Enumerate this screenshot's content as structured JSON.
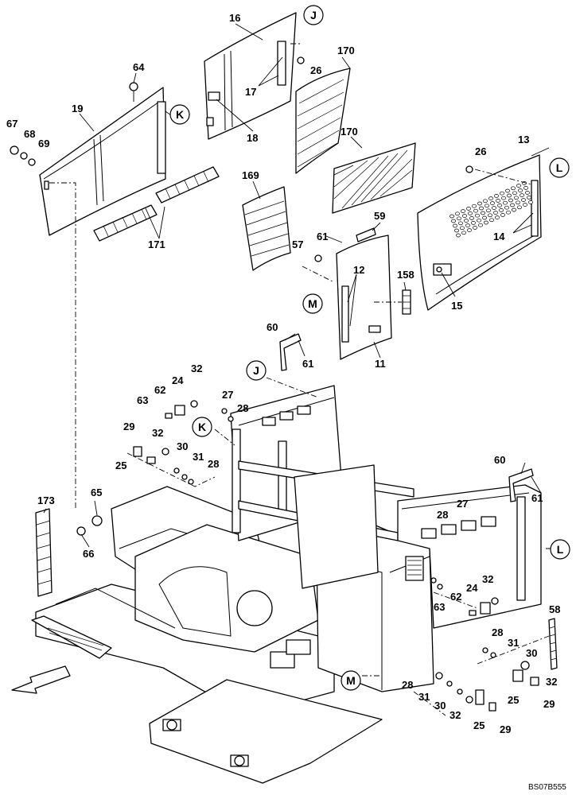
{
  "labels": {
    "l16": "16",
    "l26a": "26",
    "l170a": "170",
    "l17": "17",
    "l18": "18",
    "l64": "64",
    "l19": "19",
    "l67": "67",
    "l68": "68",
    "l69": "69",
    "l170b": "170",
    "l26b": "26",
    "l13": "13",
    "l169": "169",
    "l171": "171",
    "l59": "59",
    "l61a": "61",
    "l57": "57",
    "l12": "12",
    "l158": "158",
    "l14": "14",
    "l15": "15",
    "l60a": "60",
    "l61b": "61",
    "l11": "11",
    "l32a": "32",
    "l24a": "24",
    "l62a": "62",
    "l27a": "27",
    "l63a": "63",
    "l28a": "28",
    "l29a": "29",
    "l32b": "32",
    "l30a": "30",
    "l25a": "25",
    "l31a": "31",
    "l28b": "28",
    "l60b": "60",
    "l61c": "61",
    "l173": "173",
    "l65": "65",
    "l66": "66",
    "l27b": "27",
    "l28c": "28",
    "l32c": "32",
    "l24b": "24",
    "l62b": "62",
    "l63b": "63",
    "l58": "58",
    "l28d": "28",
    "l31b": "31",
    "l30b": "30",
    "l32d": "32",
    "l25b": "25",
    "l29b": "29",
    "l28e": "28",
    "l31c": "31",
    "l30c": "30",
    "l32e": "32",
    "l25c": "25",
    "l29c": "29"
  },
  "refs": {
    "J1": "J",
    "K1": "K",
    "L1": "L",
    "M1": "M",
    "J2": "J",
    "K2": "K",
    "L2": "L",
    "M2": "M"
  },
  "drawing_code": "BS07B555"
}
